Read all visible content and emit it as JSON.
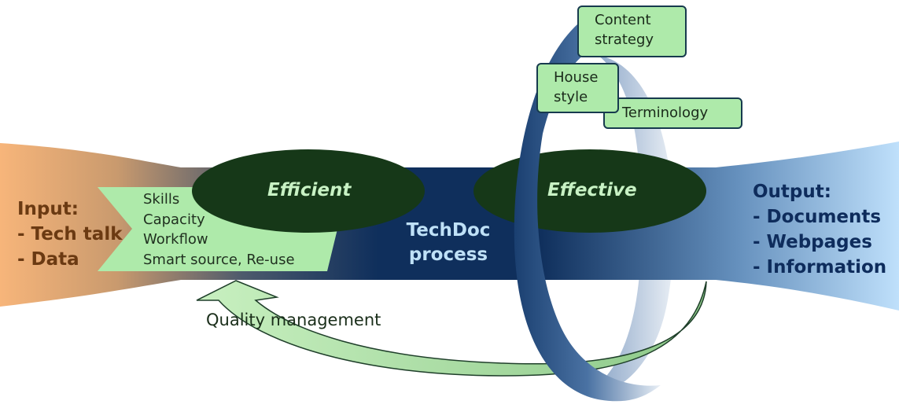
{
  "input": {
    "lines": [
      "Input:",
      "- Tech talk",
      "- Data"
    ]
  },
  "factors": [
    "Skills",
    "Capacity",
    "Workflow",
    "Smart source, Re-use"
  ],
  "ovals": {
    "left": "Efficient",
    "right": "Effective"
  },
  "process": {
    "line1": "TechDoc",
    "line2": "process"
  },
  "output": {
    "lines": [
      "Output:",
      "- Documents",
      "- Webpages",
      "- Information"
    ]
  },
  "feedback": {
    "label": "Quality management"
  },
  "boxes": {
    "content_line1": "Content",
    "content_line2": "strategy",
    "house_line1": "House",
    "house_line2": "style",
    "terminology": "Terminology"
  },
  "colors": {
    "input": "#6b3a12",
    "output": "#0e2c5c",
    "oval": "#163818",
    "box_fill": "#aeeaaa",
    "arrow": "#a6dc9e"
  }
}
